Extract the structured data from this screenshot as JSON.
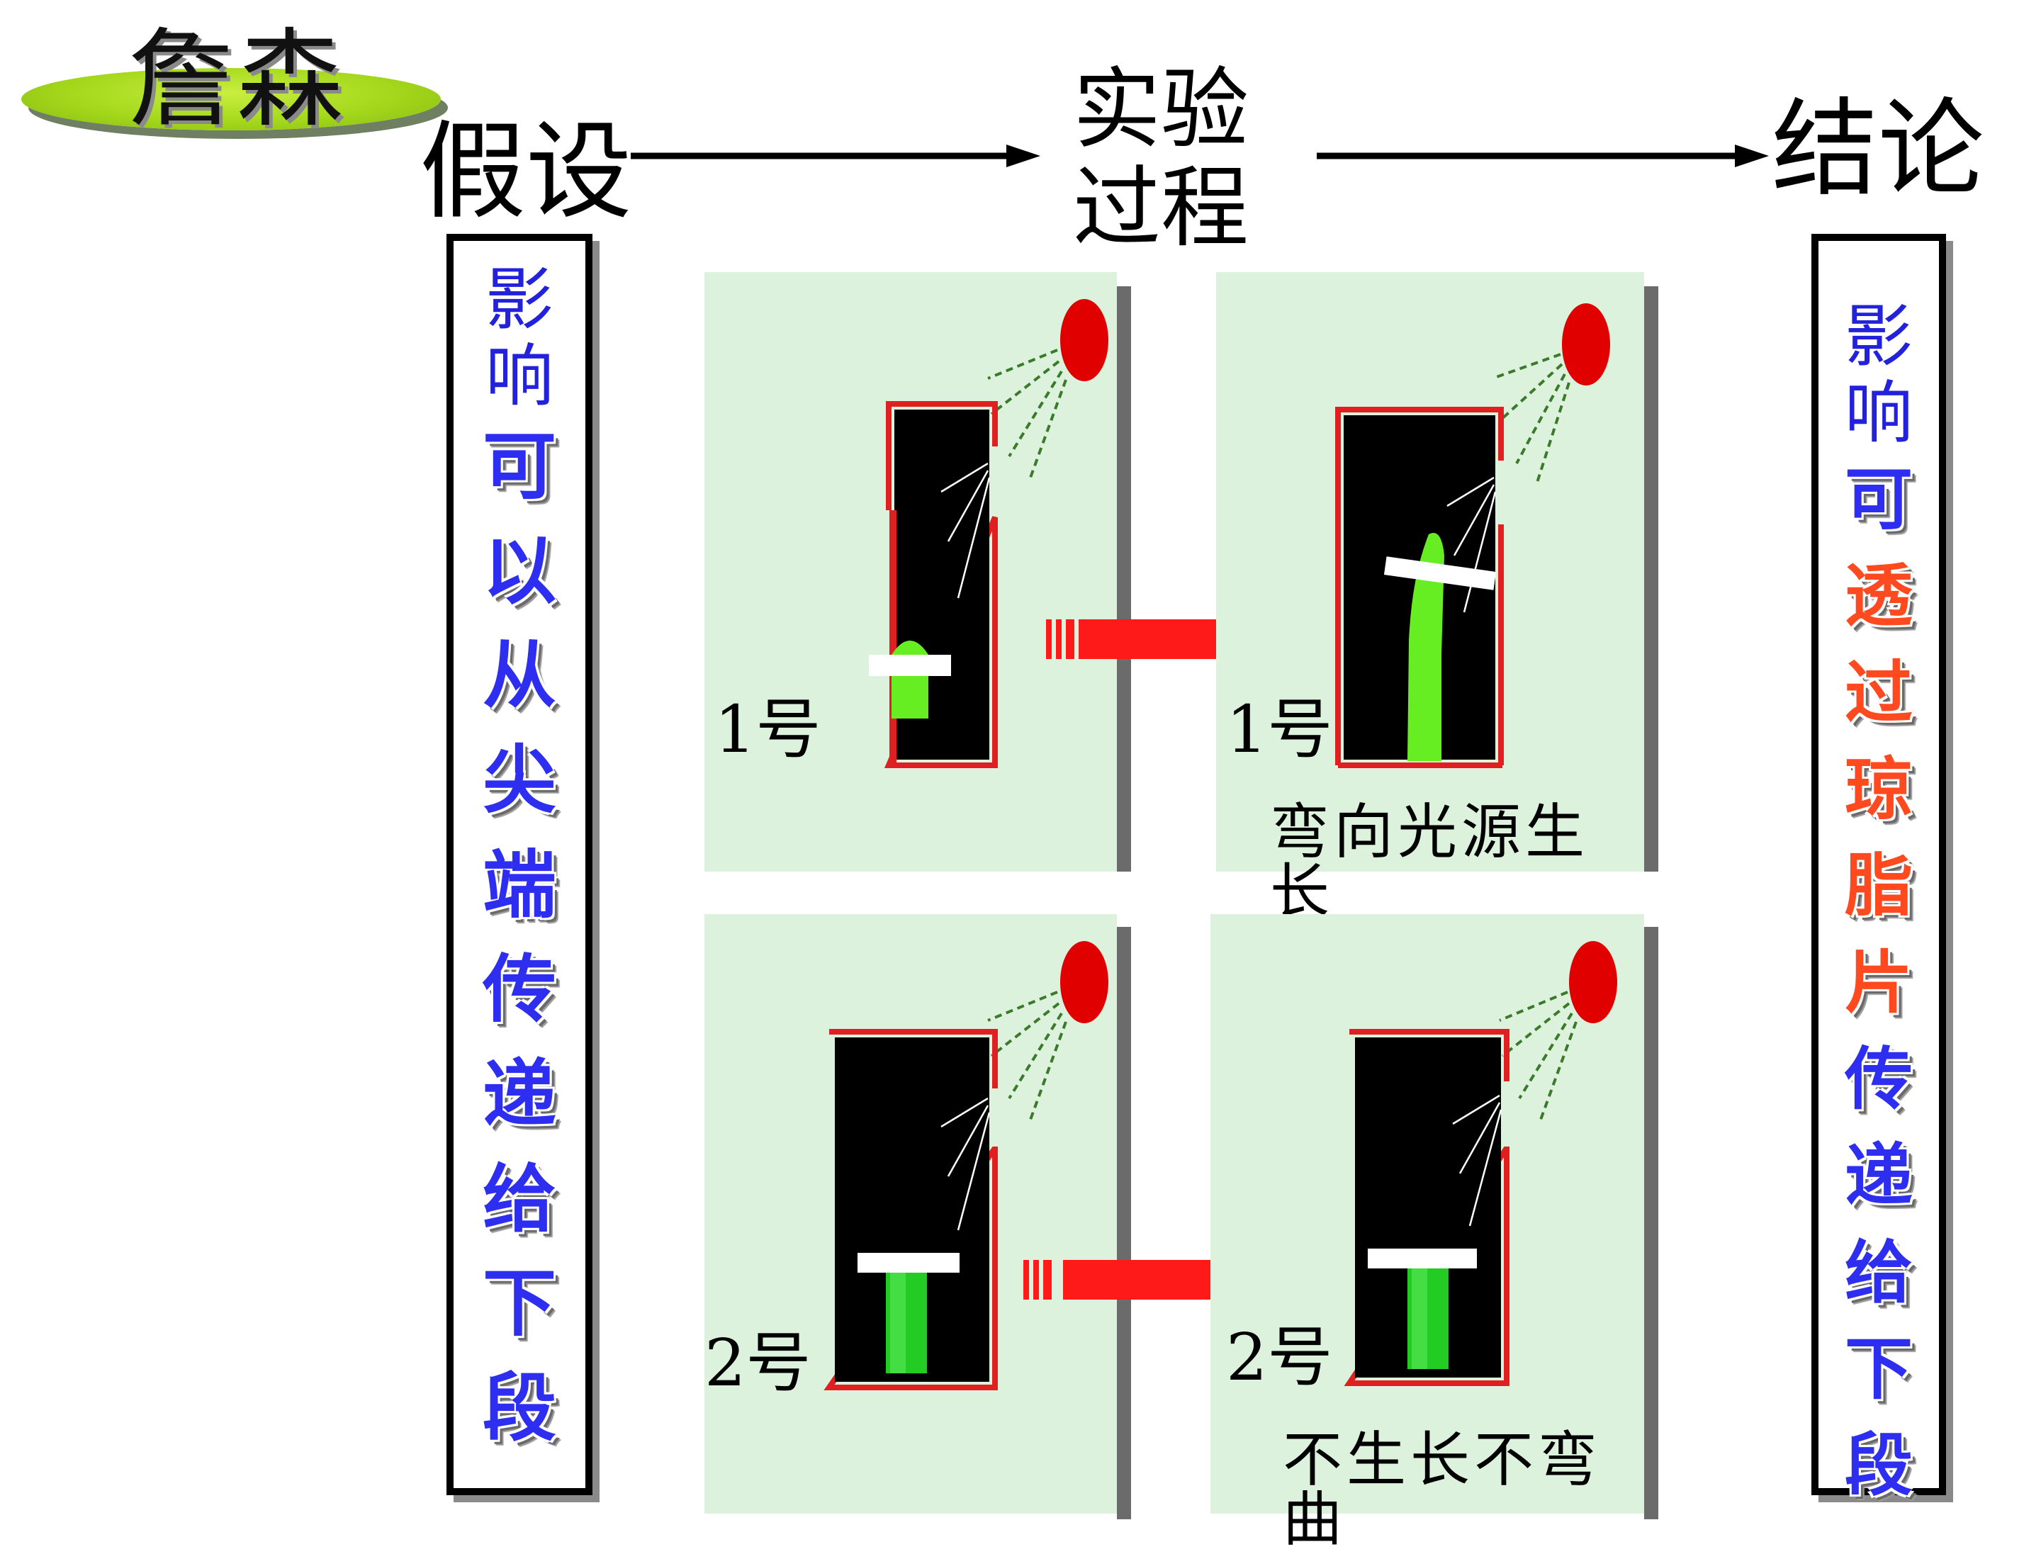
{
  "title": "詹森",
  "header": {
    "hypothesis": "假设",
    "experiment_line1": "实验",
    "experiment_line2": "过程",
    "conclusion": "结论"
  },
  "hypothesis_box": {
    "small_chars": [
      "影",
      "响"
    ],
    "big_chars": [
      "可",
      "以",
      "从",
      "尖",
      "端",
      "传",
      "递",
      "给",
      "下",
      "段"
    ]
  },
  "conclusion_box": {
    "small_chars": [
      "影",
      "响"
    ],
    "chars": [
      {
        "c": "可",
        "red": false
      },
      {
        "c": "透",
        "red": true
      },
      {
        "c": "过",
        "red": true
      },
      {
        "c": "琼",
        "red": true
      },
      {
        "c": "脂",
        "red": true
      },
      {
        "c": "片",
        "red": true
      },
      {
        "c": "传",
        "red": false
      },
      {
        "c": "递",
        "red": false
      },
      {
        "c": "给",
        "red": false
      },
      {
        "c": "下",
        "red": false
      },
      {
        "c": "段",
        "red": false
      }
    ]
  },
  "panels": {
    "p1_before": {
      "label": "1号"
    },
    "p1_after": {
      "label": "1号",
      "caption": "弯向光源生长"
    },
    "p2_before": {
      "label": "2号"
    },
    "p2_after": {
      "label": "2号",
      "caption": "不生长不弯曲"
    }
  },
  "colors": {
    "panel_bg": "#ddf2dc",
    "box_border": "#e02020",
    "seedling": "#66ee22",
    "seedling_dark": "#22cc22",
    "sun": "#e00000",
    "arrow": "#ff1a1a",
    "hyp_text": "#2e2ef0",
    "highlight_text": "#ff4a1f"
  }
}
